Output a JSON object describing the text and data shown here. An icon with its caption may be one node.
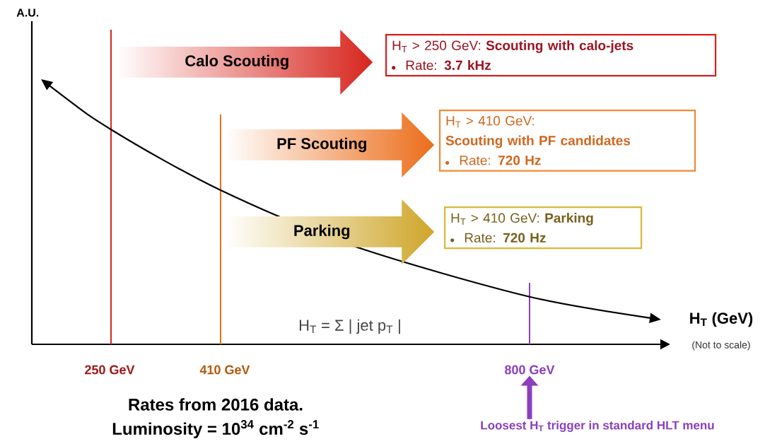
{
  "diagram": {
    "nodes": [
      {
        "text": [
          "Calo Scouting"
        ]
      },
      {
        "text": [
          "PF Scouting"
        ]
      },
      {
        "text": [
          "Parking"
        ]
      },
      {
        "text": [
          "H$_{T}$ > 250 GeV: **Scouting with calo-jets**",
          "Rate: **3.7 kHz**"
        ]
      },
      {
        "text": [
          "H$_{T}$ > 410 GeV:",
          "Scouting with PF candidates",
          "Rate: **720 Hz**"
        ]
      },
      {
        "text": [
          "H$_{T}$ > 410 GeV: **Parking**",
          "Rate: **720 Hz**"
        ]
      },
      {
        "text": [
          "800 GeV"
        ]
      },
      {
        "text": [
          "Loosest H$_{T}$ trigger in standard HLT menu"
        ]
      }
    ],
    "edges": [
      {
        "from": 7,
        "to": 6,
        "arrow": "to"
      }
    ],
    "labels": [
      "A.U.",
      "H$_{T}$ (GeV)",
      "(Not to scale)",
      "H$_{T}$ = Σ | jet p$_{T}$ |",
      "250 GeV",
      "410 GeV",
      "Rates from 2016 data.",
      "Luminosity = 10$^{34}$ cm$^{-2}$ s$^{-1}$"
    ]
  }
}
